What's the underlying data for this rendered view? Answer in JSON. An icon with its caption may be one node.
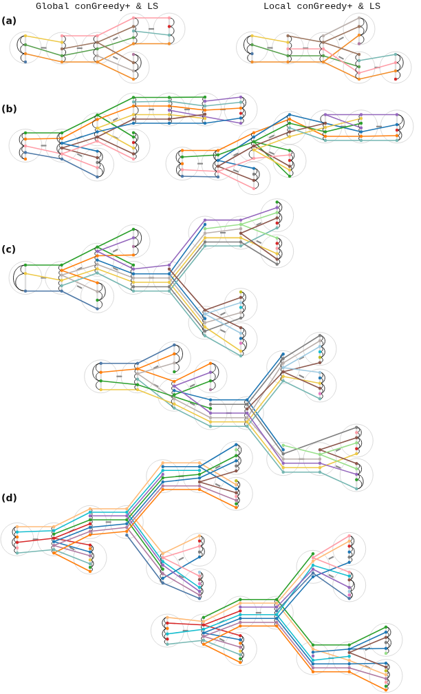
{
  "diagram": {
    "labels": [
      "Global conGreedy+ & LS",
      "Local conGreedy+ & LS",
      "(a)",
      "(b)",
      "(c)",
      "(d)"
    ]
  }
}
